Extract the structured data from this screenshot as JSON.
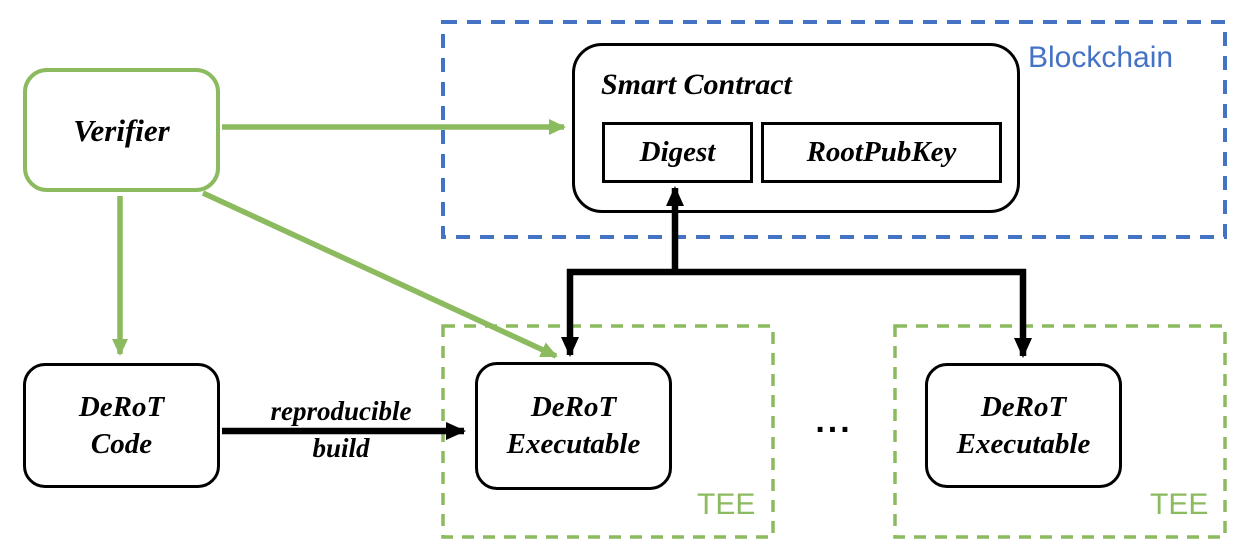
{
  "colors": {
    "green": "#8cba5e",
    "blue": "#4472c4",
    "ink": "#000000",
    "paper": "#ffffff"
  },
  "nodes": {
    "verifier": {
      "label": "Verifier"
    },
    "smart_contract": {
      "label": "Smart Contract"
    },
    "digest": {
      "label": "Digest"
    },
    "root_pub_key": {
      "label": "RootPubKey"
    },
    "derot_code": {
      "line1": "DeRoT",
      "line2": "Code"
    },
    "derot_executable_1": {
      "line1": "DeRoT",
      "line2": "Executable"
    },
    "derot_executable_2": {
      "line1": "DeRoT",
      "line2": "Executable"
    }
  },
  "regions": {
    "blockchain": {
      "label": "Blockchain"
    },
    "tee_1": {
      "label": "TEE"
    },
    "tee_2": {
      "label": "TEE"
    }
  },
  "edges": {
    "reproducible_build": {
      "line1": "reproducible",
      "line2": "build"
    }
  },
  "ellipsis": "..."
}
